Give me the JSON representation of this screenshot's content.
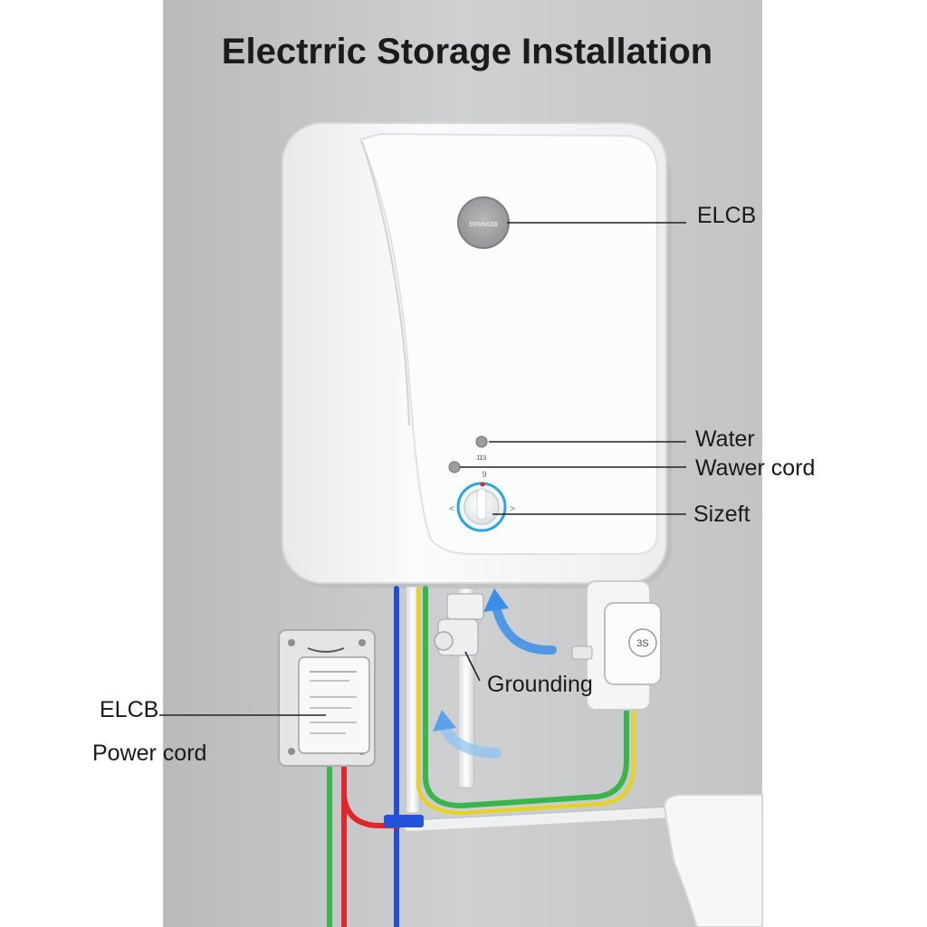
{
  "title": "Electrric Storage Installation",
  "heater": {
    "badge_text": "ɛʀɢɴɢɪʙ",
    "indicator_upper_text": "ɪɪɜ",
    "dial_top_mark": "9",
    "dial_left_mark": "<",
    "dial_right_mark": ">"
  },
  "socket": {
    "text": "3S"
  },
  "labels": {
    "elcb_top": "ELCB",
    "water": "Water",
    "wawer_cord": "Wawer cord",
    "sizeft": "Sizeft",
    "grounding": "Grounding",
    "elcb_left": "ELCB",
    "power_cord": "Power cord"
  },
  "colors": {
    "wall": "#c9cacb",
    "heater_body": "#f4f5f6",
    "wire_blue": "#1f4fd6",
    "wire_red": "#e0262a",
    "wire_green": "#39b54a",
    "wire_yellow": "#e8d21a",
    "flow_arrow": "#3a8ee8",
    "dial_ring": "#2aa6e0"
  }
}
